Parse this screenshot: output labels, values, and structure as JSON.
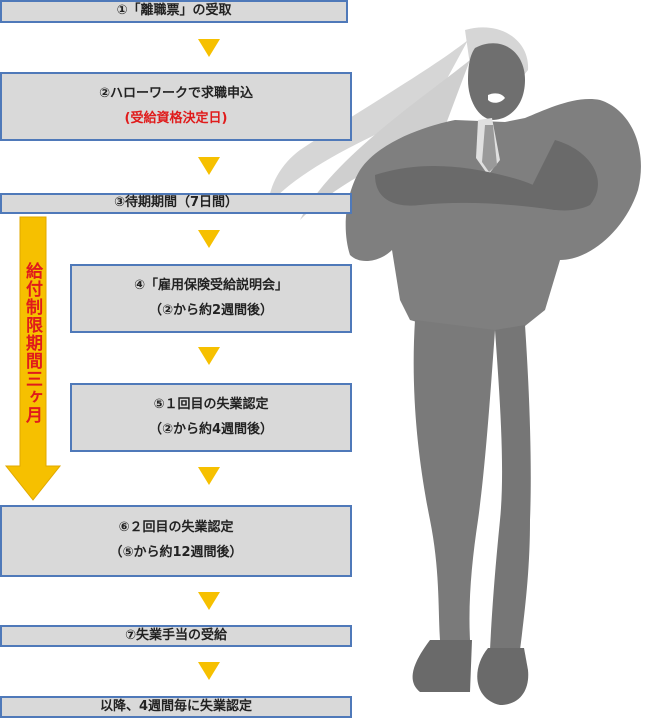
{
  "steps": {
    "s1": "①「離職票」の受取",
    "s2": "②ハローワークで求職申込",
    "s2_note": "(受給資格決定日)",
    "s3": "③待期期間（7日間）",
    "s4": "④「雇用保険受給説明会」",
    "s4_note": "（②から約2週間後）",
    "s5": "⑤１回目の失業認定",
    "s5_note": "（②から約4週間後）",
    "s6": "⑥２回目の失業認定",
    "s6_note": "（⑤から約12週間後）",
    "s7": "⑦失業手当の受給",
    "s8": "以降、4週間毎に失業認定"
  },
  "restriction": "給付制限期間三ヶ月",
  "colors": {
    "box_fill": "#d9d9d9",
    "box_border": "#4f79b9",
    "arrow": "#f6c000",
    "accent_red": "#e01b1b",
    "silhouette": "#7f7f7f"
  }
}
